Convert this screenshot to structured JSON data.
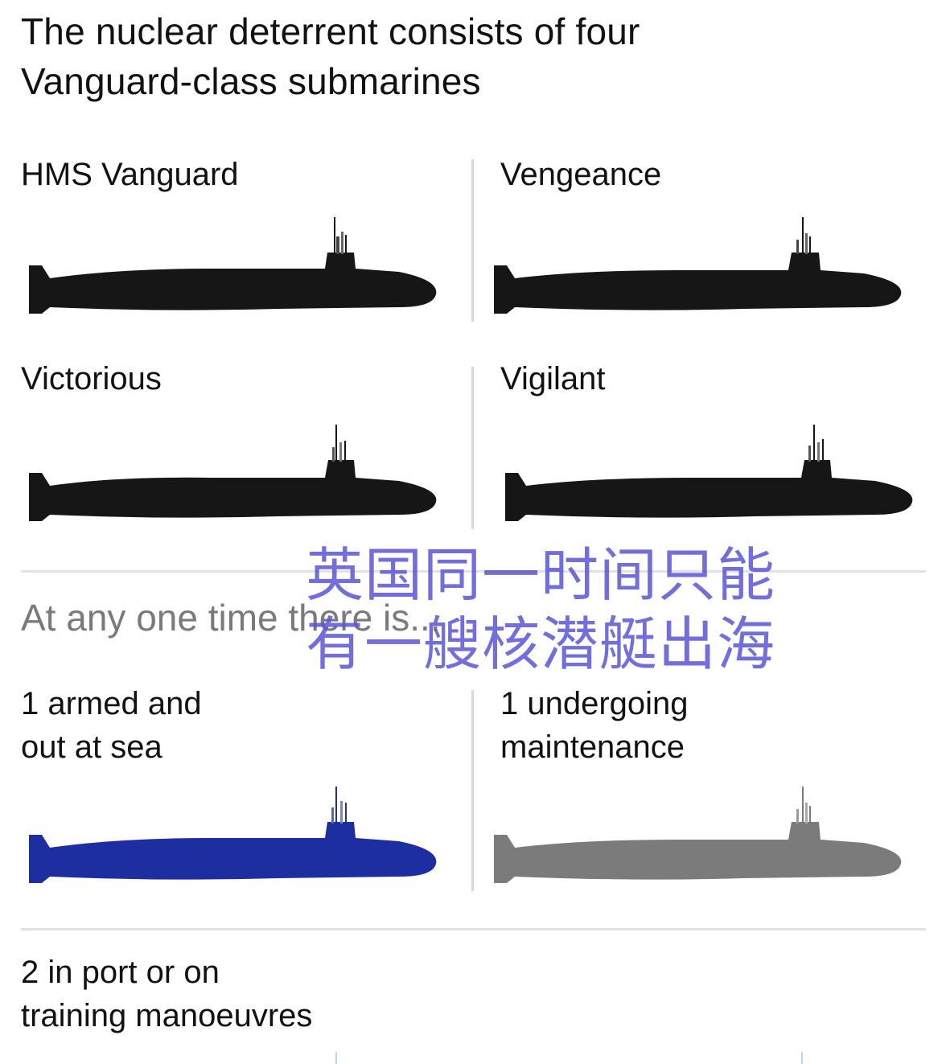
{
  "title_line1": "The nuclear deterrent consists of four",
  "title_line2": "Vanguard-class submarines",
  "subs": [
    {
      "name": "HMS Vanguard"
    },
    {
      "name": "Vengeance"
    },
    {
      "name": "Victorious"
    },
    {
      "name": "Vigilant"
    }
  ],
  "subtitle": "At any one time there is...",
  "overlay_text": "英国同一时间只能\n有一艘核潜艇出海",
  "status": {
    "armed_line1": "1 armed and",
    "armed_line2": "out at sea",
    "maint_line1": "1 undergoing",
    "maint_line2": "maintenance",
    "port_line1": "2 in port or on",
    "port_line2": "training manoeuvres"
  },
  "colors": {
    "black": "#161616",
    "armed": "#1d2ea0",
    "maintenance": "#7b7b7b",
    "divider": "#dddddd",
    "overlay": "#5a55d6",
    "tick": "#b9dbe8"
  }
}
